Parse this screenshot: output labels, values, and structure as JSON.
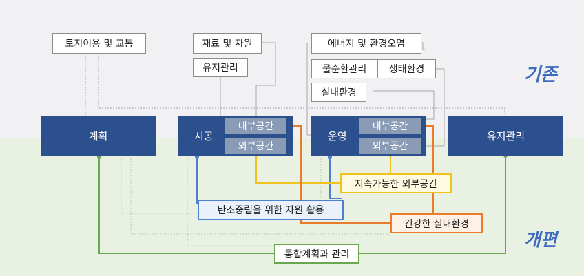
{
  "eras": {
    "existing": "기존",
    "new": "개편"
  },
  "top_labels": {
    "land_use": "토지이용 및 교통",
    "materials": "재료 및 자원",
    "maintenance_top": "유지관리",
    "energy": "에너지 및 환경오염",
    "water_cycle": "물순환관리",
    "ecology": "생태환경",
    "indoor_env": "실내환경"
  },
  "stages": {
    "planning": "계획",
    "construction": "시공",
    "operation": "운영",
    "maintenance": "유지관리",
    "construction_inner": "내부공간",
    "construction_outer": "외부공간",
    "operation_inner": "내부공간",
    "operation_outer": "외부공간"
  },
  "outcomes": {
    "sustainable_outer": "지속가능한 외부공간",
    "carbon_neutral": "탄소중립을 위한 자원 활용",
    "healthy_indoor": "건강한 실내환경",
    "integrated": "통합계획과 관리"
  },
  "colors": {
    "stage": "#2c4f8e",
    "sub": "#8a9bb6",
    "yellow": "#f0c21f",
    "blue": "#4e7fd0",
    "orange": "#e87c2a",
    "green": "#6aa84f",
    "era": "#3f6bbf"
  }
}
